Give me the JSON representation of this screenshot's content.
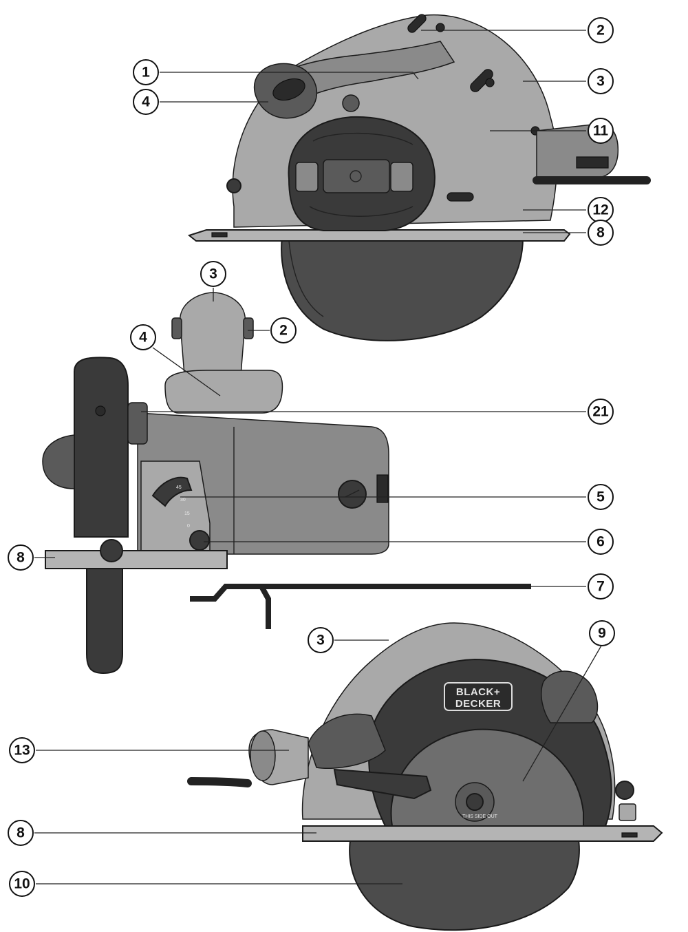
{
  "figure": {
    "brand_text_line1": "BLACK+",
    "brand_text_line2": "DECKER",
    "scale_marks": [
      "45",
      "30",
      "15",
      "0"
    ],
    "spindle_text": "THIS SIDE OUT"
  },
  "callouts": [
    {
      "id": "c-1-top",
      "label": "1"
    },
    {
      "id": "c-2-top",
      "label": "2"
    },
    {
      "id": "c-3-top",
      "label": "3"
    },
    {
      "id": "c-4-top",
      "label": "4"
    },
    {
      "id": "c-11-top",
      "label": "11"
    },
    {
      "id": "c-12-top",
      "label": "12"
    },
    {
      "id": "c-8-top",
      "label": "8"
    },
    {
      "id": "c-3-mid",
      "label": "3"
    },
    {
      "id": "c-2-mid",
      "label": "2"
    },
    {
      "id": "c-4-mid",
      "label": "4"
    },
    {
      "id": "c-21-mid",
      "label": "21"
    },
    {
      "id": "c-5-mid",
      "label": "5"
    },
    {
      "id": "c-6-mid",
      "label": "6"
    },
    {
      "id": "c-8-mid",
      "label": "8"
    },
    {
      "id": "c-7-mid",
      "label": "7"
    },
    {
      "id": "c-3-bot",
      "label": "3"
    },
    {
      "id": "c-9-bot",
      "label": "9"
    },
    {
      "id": "c-13-bot",
      "label": "13"
    },
    {
      "id": "c-8-bot",
      "label": "8"
    },
    {
      "id": "c-10-bot",
      "label": "10"
    }
  ]
}
